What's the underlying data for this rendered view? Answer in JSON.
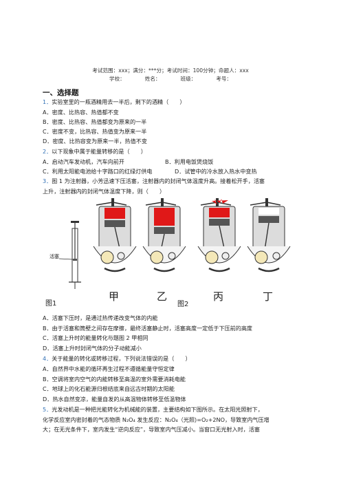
{
  "header": {
    "line1": "考试范围：xxx；满分：***分；考试时间：100分钟；命题人：xxx",
    "line2": "学校：            姓名：            班级：            考号："
  },
  "section_title": "一、选择题",
  "q1": {
    "num": "1．",
    "stem": "实验室里的一瓶酒精用去一半后，剩下的酒精（　　）",
    "options": [
      "A．密度、比热容、热值都不变",
      "B．密度、比热容、热值都变为原来的一半",
      "C．密度不变，比热容、热值变为原来一半",
      "D．密度、比热容变为原来一半，热值不变"
    ]
  },
  "q2": {
    "num": "2．",
    "stem": "以下现象中属于能量转移的是（　　）",
    "optA": "A．启动汽车发动机，汽车向前开",
    "optB": "B．利用电饭煲烧饭",
    "optC": "C．利用太阳能电池给十字路口的红绿灯供电",
    "optD": "D．试管中的冷水放入热水中变热"
  },
  "q3": {
    "num": "3．",
    "stem1": "图 1 为注射器，小芳迅速下压活塞，注射器内的封闭气体温度升高。接着松开手，活塞",
    "stem2": "上升，注射器内的封闭气体温度下降，则（　　）",
    "options": [
      "A．活塞下压时，是通过热传递改变气体的内能",
      "B．由于活塞和筒壁之间存在摩擦，最终活塞静止时，活塞高度一定低于下压前的高度",
      "C．活塞上升时的能量转化与题图 2 甲相同",
      "D．活塞上升时封闭气体的分子动能减小"
    ]
  },
  "figure": {
    "syringe_label": "活塞",
    "fig1_label": "图1",
    "fig2_label": "图2",
    "engine_labels": [
      "甲",
      "乙",
      "丙",
      "丁"
    ]
  },
  "q4": {
    "num": "4．",
    "stem": "关于能量的转化或转移过程，下列说法错误的是（　　）",
    "options": [
      "A．自然界中水能的循环再生过程不遵循能量守恒定律",
      "B．空调将室内空气的内能转移至高温的室外需要消耗电能",
      "C．地球上的化石能源归根结底来自远古时期的太阳能",
      "D．热水自然变凉，能量自发的从高温物体转移至低温物体"
    ]
  },
  "q5": {
    "num": "5．",
    "line1": "光发动机是一种把光能转化为机械能的装置，主要结构如下图所示。在太阳光照射下，",
    "line2": "化学反应室内密封着的气态物质 N₂O₄ 发生反应：N₂O₄（光照)=O₂+2NO，导致室内气压增",
    "line3": "大；在无光条件下，室内发生“逆向反应”，导致室内气压减小。当窗口无光射入时，活塞"
  },
  "colors": {
    "number": "#2f6fb5",
    "flame_red": "#e01818"
  }
}
